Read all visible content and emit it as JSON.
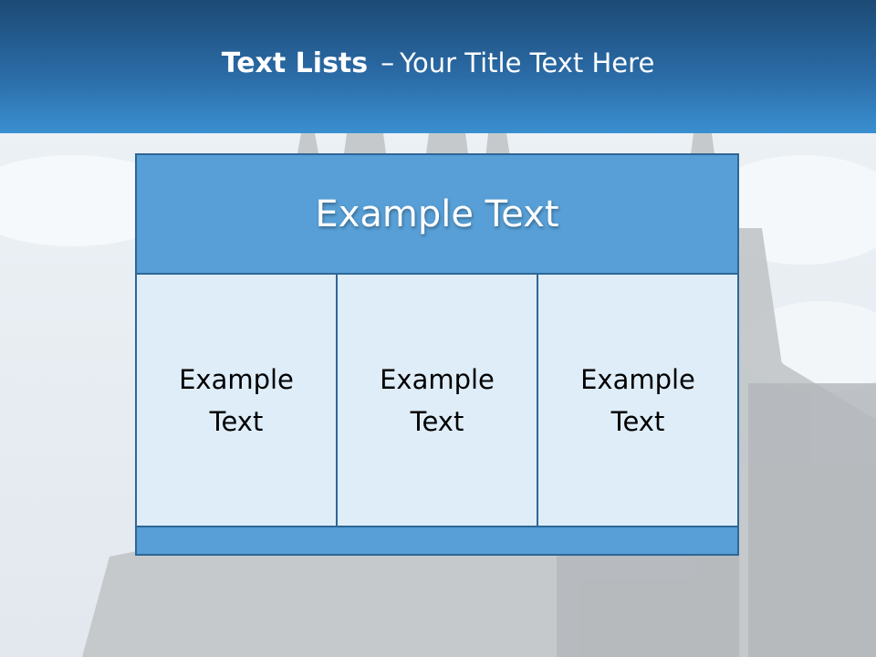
{
  "slide": {
    "title_bold": "Text Lists",
    "title_dash": "–",
    "title_rest": "Your Title Text Here"
  },
  "diagram": {
    "header_label": "Example Text",
    "columns": [
      {
        "label": "Example Text"
      },
      {
        "label": "Example Text"
      },
      {
        "label": "Example Text"
      }
    ]
  },
  "colors": {
    "header_band": "#2a6aa5",
    "panel_blue": "#579fd6",
    "panel_light": "#deedf8",
    "border": "#2e6697"
  }
}
